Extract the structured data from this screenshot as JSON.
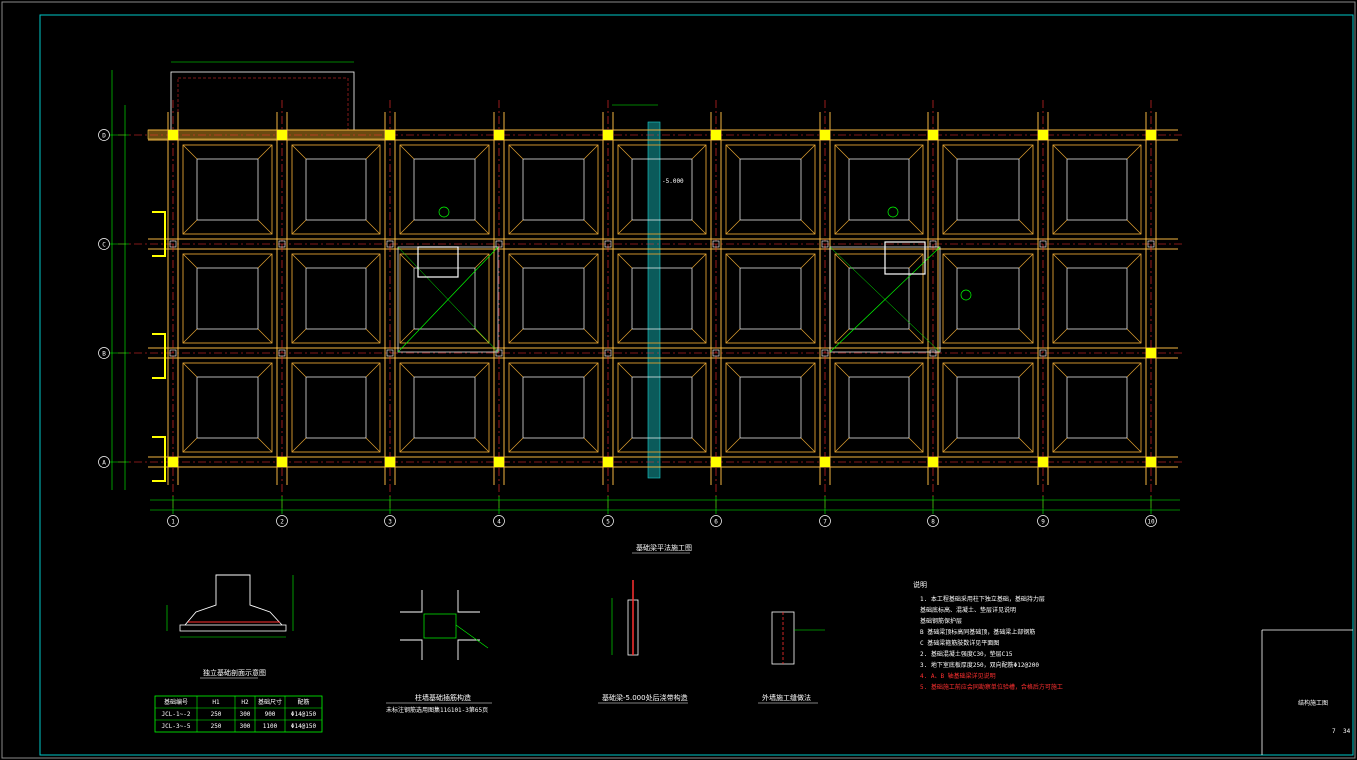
{
  "drawing": {
    "sheet_number": "7",
    "sheet_total": "34",
    "title_block": "结构施工图",
    "plan_title": "基础梁平法施工图",
    "note_text": "-5.000",
    "grid_x": [
      "1",
      "2",
      "3",
      "4",
      "5",
      "6",
      "7",
      "8",
      "9",
      "10"
    ],
    "grid_y": [
      "D",
      "C",
      "B",
      "A"
    ],
    "details": [
      {
        "title": "独立基础剖面示意图",
        "sub": ""
      },
      {
        "title": "柱墙基础插筋构造",
        "sub": "未标注钢筋选用图集11G101-3第65页"
      },
      {
        "title": "基础梁-5.000处后浇带构造",
        "sub": ""
      },
      {
        "title": "外墙施工缝做法",
        "sub": ""
      }
    ],
    "table": {
      "headers": [
        "基础编号",
        "H1",
        "H2",
        "基础尺寸",
        "配筋"
      ],
      "rows": [
        [
          "JCL-1~-2",
          "250",
          "300",
          "900",
          "Φ14@150"
        ],
        [
          "JCL-3~-5",
          "250",
          "300",
          "1100",
          "Φ14@150"
        ]
      ]
    },
    "notes": {
      "heading": "说明",
      "lines": [
        "1. 本工程基础采用柱下独立基础，基础持力层",
        "   基础底标高、混凝土、垫层详见说明",
        "   基础钢筋保护层",
        "   B 基础梁顶标高同基础顶，基础梁上部钢筋",
        "   C 基础梁箍筋肢数详见平面图",
        "2. 基础混凝土强度C30，垫层C15",
        "3. 地下室底板厚度250，双向配筋Φ12@200"
      ],
      "red_lines": [
        "4. A、B 轴基础梁详见说明",
        "5. 基础施工前应会同勘察单位验槽，合格后方可施工"
      ]
    }
  }
}
